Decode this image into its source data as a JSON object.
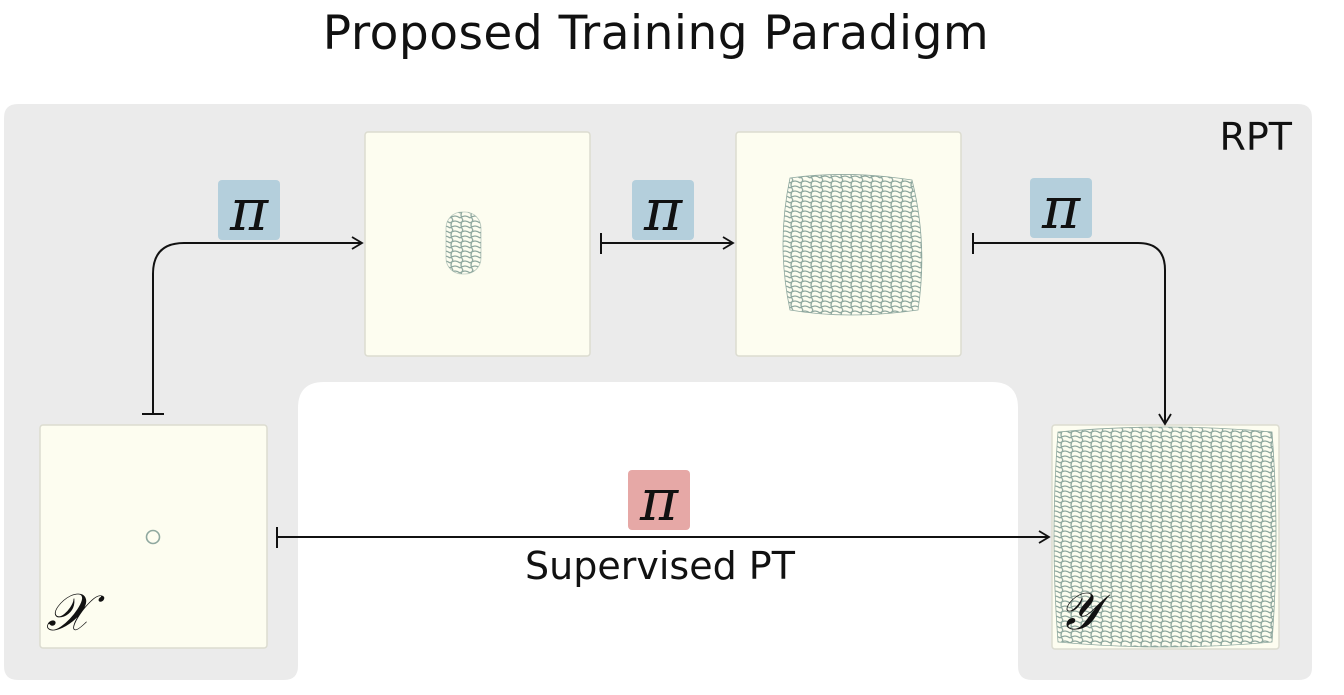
{
  "title": "Proposed Training Paradigm",
  "region_label": "RPT",
  "supervised_label": "Supervised PT",
  "policy_symbol": "π",
  "input_symbol": "𝒳",
  "output_symbol": "𝒴",
  "colors": {
    "rpt_region": "#ebebeb",
    "panel_fill": "#fdfdf0",
    "panel_border": "#dcdcd0",
    "rpt_badge": "#b4cfdc",
    "supervised_badge": "#e6a8a6",
    "pattern": "#8fa89f",
    "arrow": "#111111"
  }
}
